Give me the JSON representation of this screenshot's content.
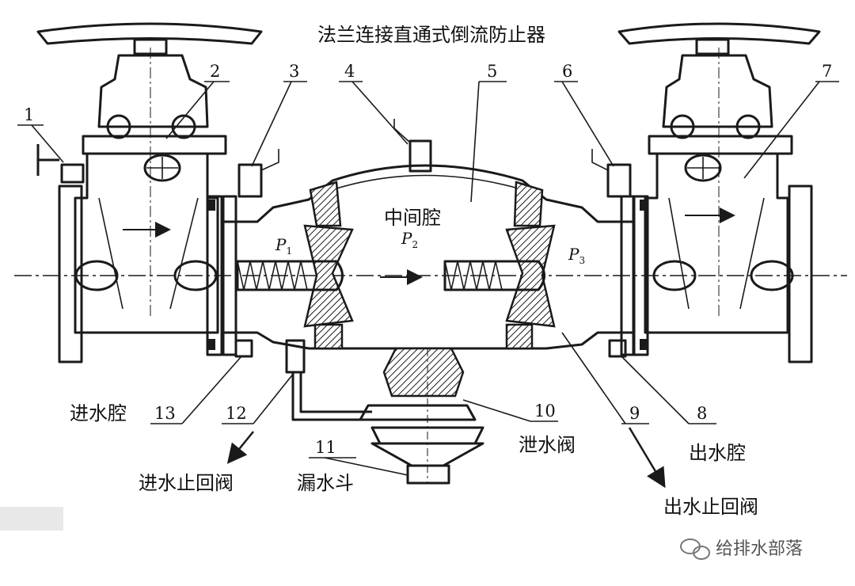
{
  "title": "法兰连接直通式倒流防止器",
  "parts": [
    {
      "num": "1"
    },
    {
      "num": "2"
    },
    {
      "num": "3"
    },
    {
      "num": "4"
    },
    {
      "num": "5"
    },
    {
      "num": "6"
    },
    {
      "num": "7"
    },
    {
      "num": "8"
    },
    {
      "num": "9"
    },
    {
      "num": "10"
    },
    {
      "num": "11"
    },
    {
      "num": "12"
    },
    {
      "num": "13"
    }
  ],
  "labels": {
    "middle_chamber": "中间腔",
    "inlet_chamber": "进水腔",
    "outlet_chamber": "出水腔",
    "inlet_check_valve": "进水止回阀",
    "outlet_check_valve": "出水止回阀",
    "drain_valve": "泄水阀",
    "drain_funnel": "漏水斗"
  },
  "pressures": {
    "p1": {
      "main": "P",
      "sub": "1"
    },
    "p2": {
      "main": "P",
      "sub": "2"
    },
    "p3": {
      "main": "P",
      "sub": "3"
    }
  },
  "watermark": "给排水部落"
}
